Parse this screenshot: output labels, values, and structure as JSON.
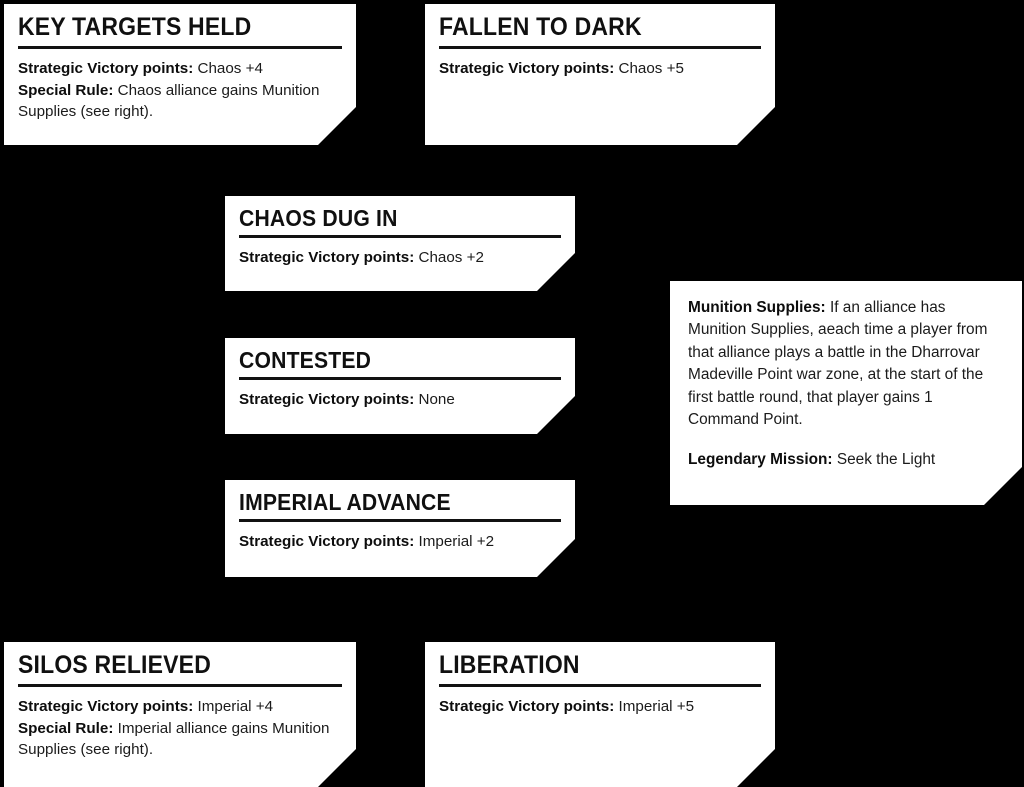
{
  "theme": {
    "background": "#000000",
    "card_background": "#ffffff",
    "text_color": "#1b1b1b",
    "rule_color": "#111111"
  },
  "cards": [
    {
      "id": "key-targets-held",
      "title": "KEY TARGETS HELD",
      "lines": [
        {
          "label": "Strategic Victory points:",
          "value": "Chaos +4"
        },
        {
          "label": "Special Rule:",
          "value": "Chaos alliance gains Munition Supplies (see right)."
        }
      ]
    },
    {
      "id": "fallen-to-dark",
      "title": "FALLEN TO DARK",
      "lines": [
        {
          "label": "Strategic Victory points:",
          "value": "Chaos +5"
        }
      ]
    },
    {
      "id": "chaos-dug-in",
      "title": "CHAOS DUG IN",
      "lines": [
        {
          "label": "Strategic Victory points:",
          "value": "Chaos +2"
        }
      ]
    },
    {
      "id": "contested",
      "title": "CONTESTED",
      "lines": [
        {
          "label": "Strategic Victory points:",
          "value": "None"
        }
      ]
    },
    {
      "id": "imperial-advance",
      "title": "IMPERIAL ADVANCE",
      "lines": [
        {
          "label": "Strategic Victory points:",
          "value": "Imperial +2"
        }
      ]
    },
    {
      "id": "silos-relieved",
      "title": "SILOS RELIEVED",
      "lines": [
        {
          "label": "Strategic Victory points:",
          "value": "Imperial +4"
        },
        {
          "label": "Special Rule:",
          "value": "Imperial alliance gains Munition Supplies (see right)."
        }
      ]
    },
    {
      "id": "liberation",
      "title": "LIBERATION",
      "lines": [
        {
          "label": "Strategic Victory points:",
          "value": "Imperial +5"
        }
      ]
    }
  ],
  "panel": {
    "munition": {
      "label": "Munition Supplies:",
      "text": "If an alliance has Munition Supplies, aeach time a player from that alliance plays a battle in the Dharrovar Madeville Point war zone, at the start of the first battle round, that player gains 1 Command Point."
    },
    "legendary": {
      "label": "Legendary Mission:",
      "text": "Seek the Light"
    }
  }
}
